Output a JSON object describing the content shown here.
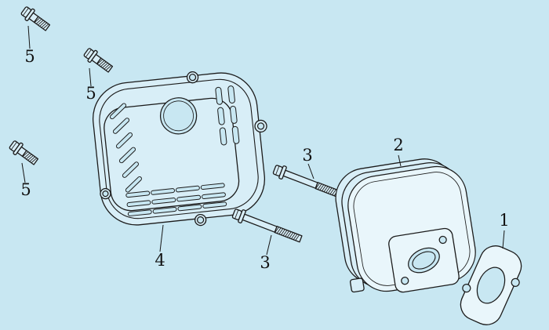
{
  "canvas": {
    "background": "#c8e7f2",
    "line_color": "#1b1b1b",
    "label_color": "#111111"
  },
  "diagram": {
    "type": "exploded-parts-diagram",
    "subject": "engine muffler assembly",
    "callouts": [
      {
        "label": "5",
        "part": "short-flange-bolt"
      },
      {
        "label": "5",
        "part": "short-flange-bolt"
      },
      {
        "label": "5",
        "part": "short-flange-bolt"
      },
      {
        "label": "4",
        "part": "muffler-cover"
      },
      {
        "label": "3",
        "part": "long-flange-bolt"
      },
      {
        "label": "3",
        "part": "long-flange-bolt"
      },
      {
        "label": "2",
        "part": "muffler-body"
      },
      {
        "label": "1",
        "part": "exhaust-gasket"
      }
    ]
  }
}
